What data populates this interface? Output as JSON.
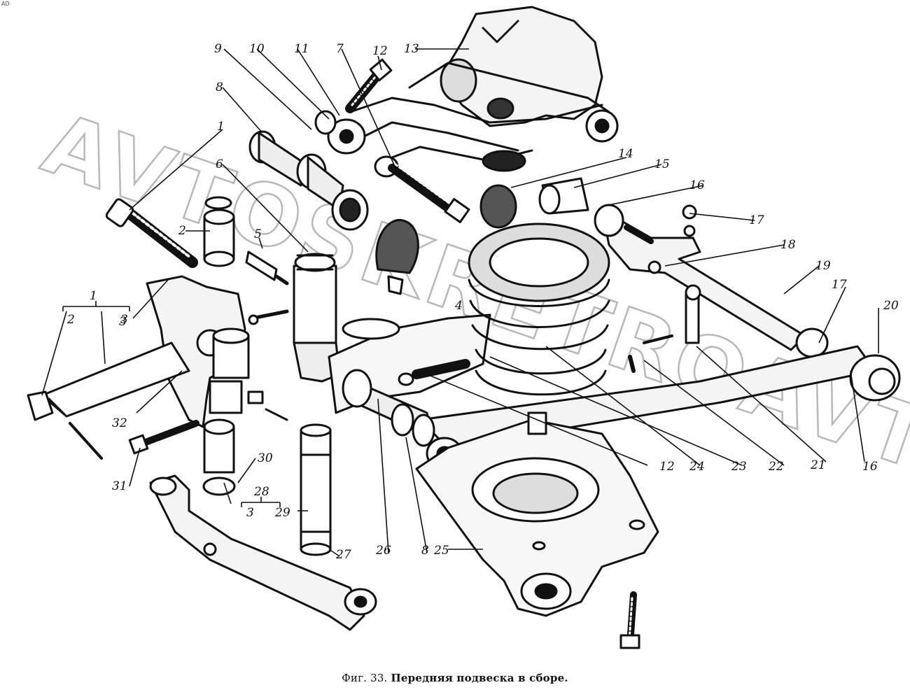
{
  "corner_mark": "AD",
  "caption": {
    "fig": "Фиг. 33.",
    "title": "Передняя подвеска в сборе."
  },
  "watermark": "AVTOSKRETROAVTO.ONLINE",
  "callouts": [
    "1",
    "2",
    "3",
    "3",
    "4",
    "5",
    "6",
    "7",
    "8",
    "8",
    "9",
    "10",
    "11",
    "12",
    "12",
    "13",
    "14",
    "15",
    "16",
    "16",
    "17",
    "17",
    "18",
    "19",
    "20",
    "21",
    "22",
    "23",
    "24",
    "25",
    "26",
    "27",
    "28",
    "29",
    "30",
    "31",
    "32"
  ]
}
